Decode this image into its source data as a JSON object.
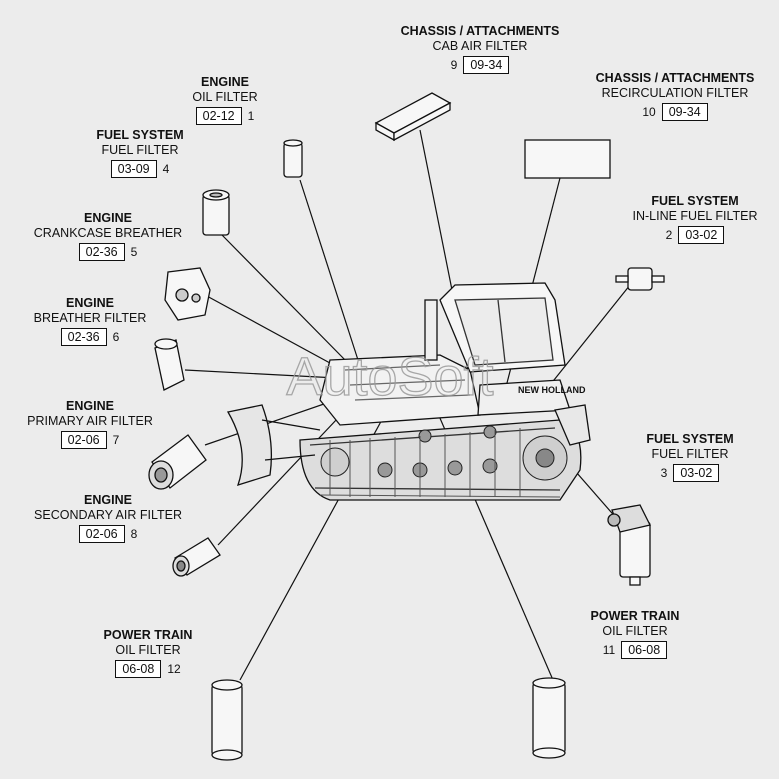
{
  "watermark": "AutoSoft",
  "machine_brand": "NEW HOLLAND",
  "callouts": [
    {
      "id": "9",
      "system": "CHASSIS / ATTACHMENTS",
      "part": "CAB AIR FILTER",
      "ref": "09-34"
    },
    {
      "id": "10",
      "system": "CHASSIS / ATTACHMENTS",
      "part": "RECIRCULATION FILTER",
      "ref": "09-34"
    },
    {
      "id": "1",
      "system": "ENGINE",
      "part": "OIL FILTER",
      "ref": "02-12"
    },
    {
      "id": "4",
      "system": "FUEL SYSTEM",
      "part": "FUEL FILTER",
      "ref": "03-09"
    },
    {
      "id": "5",
      "system": "ENGINE",
      "part": "CRANKCASE BREATHER",
      "ref": "02-36"
    },
    {
      "id": "6",
      "system": "ENGINE",
      "part": "BREATHER FILTER",
      "ref": "02-36"
    },
    {
      "id": "7",
      "system": "ENGINE",
      "part": "PRIMARY AIR FILTER",
      "ref": "02-06"
    },
    {
      "id": "8",
      "system": "ENGINE",
      "part": "SECONDARY AIR FILTER",
      "ref": "02-06"
    },
    {
      "id": "12",
      "system": "POWER TRAIN",
      "part": "OIL FILTER",
      "ref": "06-08"
    },
    {
      "id": "2",
      "system": "FUEL SYSTEM",
      "part": "IN-LINE FUEL FILTER",
      "ref": "03-02"
    },
    {
      "id": "3",
      "system": "FUEL SYSTEM",
      "part": "FUEL FILTER",
      "ref": "03-02"
    },
    {
      "id": "11",
      "system": "POWER TRAIN",
      "part": "OIL FILTER",
      "ref": "06-08"
    }
  ]
}
